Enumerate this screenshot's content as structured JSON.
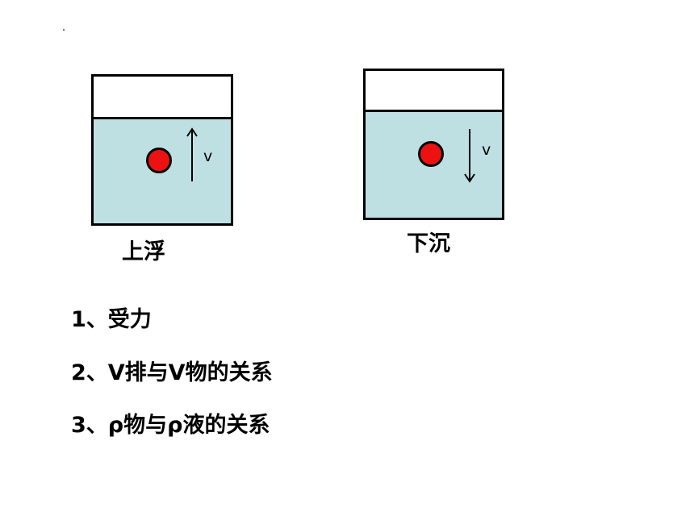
{
  "diagram": {
    "left_panel": {
      "caption": "上浮",
      "velocity_label": "v",
      "arrow_direction": "up"
    },
    "right_panel": {
      "caption": "下沉",
      "velocity_label": "v",
      "arrow_direction": "down"
    }
  },
  "questions": [
    "1、受力",
    "2、V排与V物的关系",
    "3、ρ物与ρ液的关系"
  ],
  "colors": {
    "water": "#bfe0e3",
    "ball": "#ee1111",
    "outline": "#000000"
  }
}
